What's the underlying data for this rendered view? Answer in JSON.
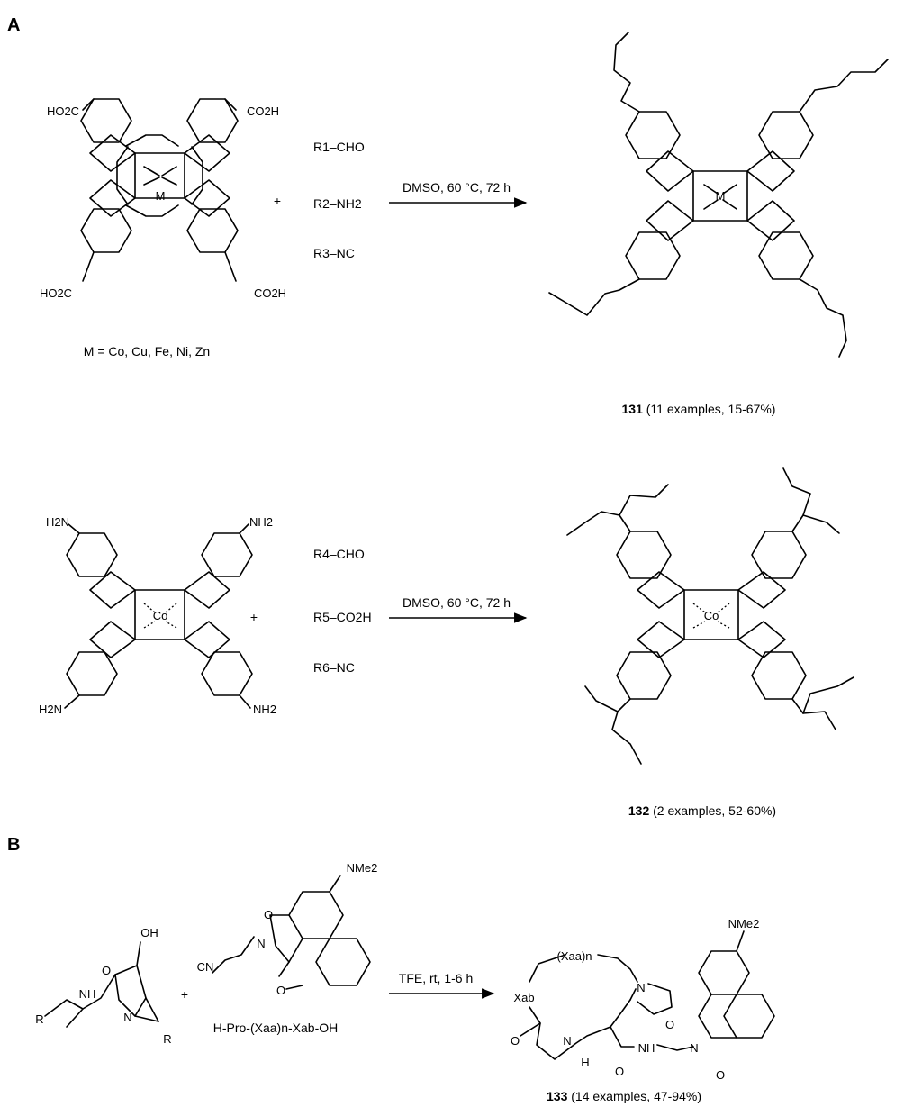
{
  "panels": [
    {
      "label": "A"
    },
    {
      "label": "B"
    }
  ],
  "reaction1": {
    "reactant": {
      "substituents": {
        "tl": "HO2C",
        "tr": "CO2H",
        "bl": "HO2C",
        "br": "CO2H"
      },
      "metal": "M",
      "caption": "M = Co, Cu, Fe, Ni, Zn"
    },
    "plus": "+",
    "reagents": [
      "R1–CHO",
      "R2–NH2",
      "R3–NC"
    ],
    "conditions": "DMSO, 60 °C, 72 h",
    "product": {
      "metal": "M",
      "id": "131",
      "note": "(11 examples, 15-67%)"
    }
  },
  "reaction2": {
    "reactant": {
      "substituents": {
        "tl": "H2N",
        "tr": "NH2",
        "bl": "H2N",
        "br": "NH2"
      },
      "metal": "Co"
    },
    "plus": "+",
    "reagents": [
      "R4–CHO",
      "R5–CO2H",
      "R6–NC"
    ],
    "conditions": "DMSO, 60 °C, 72 h",
    "product": {
      "metal": "Co",
      "id": "132",
      "note": "(2 examples, 52-60%)"
    }
  },
  "reaction3": {
    "reactant_aziridine": {
      "groups": [
        "OH",
        "NH",
        "O",
        "N",
        "R",
        "R"
      ]
    },
    "plus": "+",
    "reactant_nitrile": {
      "groups": [
        "NMe2",
        "O",
        "O",
        "N",
        "CN"
      ]
    },
    "peptide": "H-Pro-(Xaa)n-Xab-OH",
    "conditions": "TFE, rt, 1-6 h",
    "product": {
      "groups": [
        "(Xaa)n",
        "Xab",
        "N",
        "N",
        "H",
        "NH",
        "N",
        "O",
        "O",
        "O",
        "O",
        "NMe2"
      ],
      "id": "133",
      "note": "(14 examples, 47-94%)"
    }
  }
}
